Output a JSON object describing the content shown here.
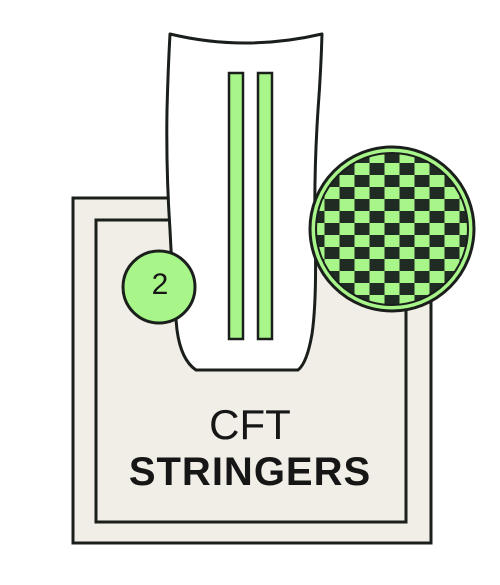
{
  "label": {
    "line1": "CFT",
    "line2": "STRINGERS"
  },
  "badge": {
    "number": "2"
  },
  "colors": {
    "ink": "#1a1f1b",
    "accent_green": "#a8f58a",
    "panel": "#f0eee6",
    "board_fill": "#ffffff",
    "weave_dark": "#1f2b23"
  },
  "icons": {
    "board": "surfboard-tail-icon",
    "stringers": "stringer-lines-icon",
    "weave": "carbon-weave-icon"
  }
}
